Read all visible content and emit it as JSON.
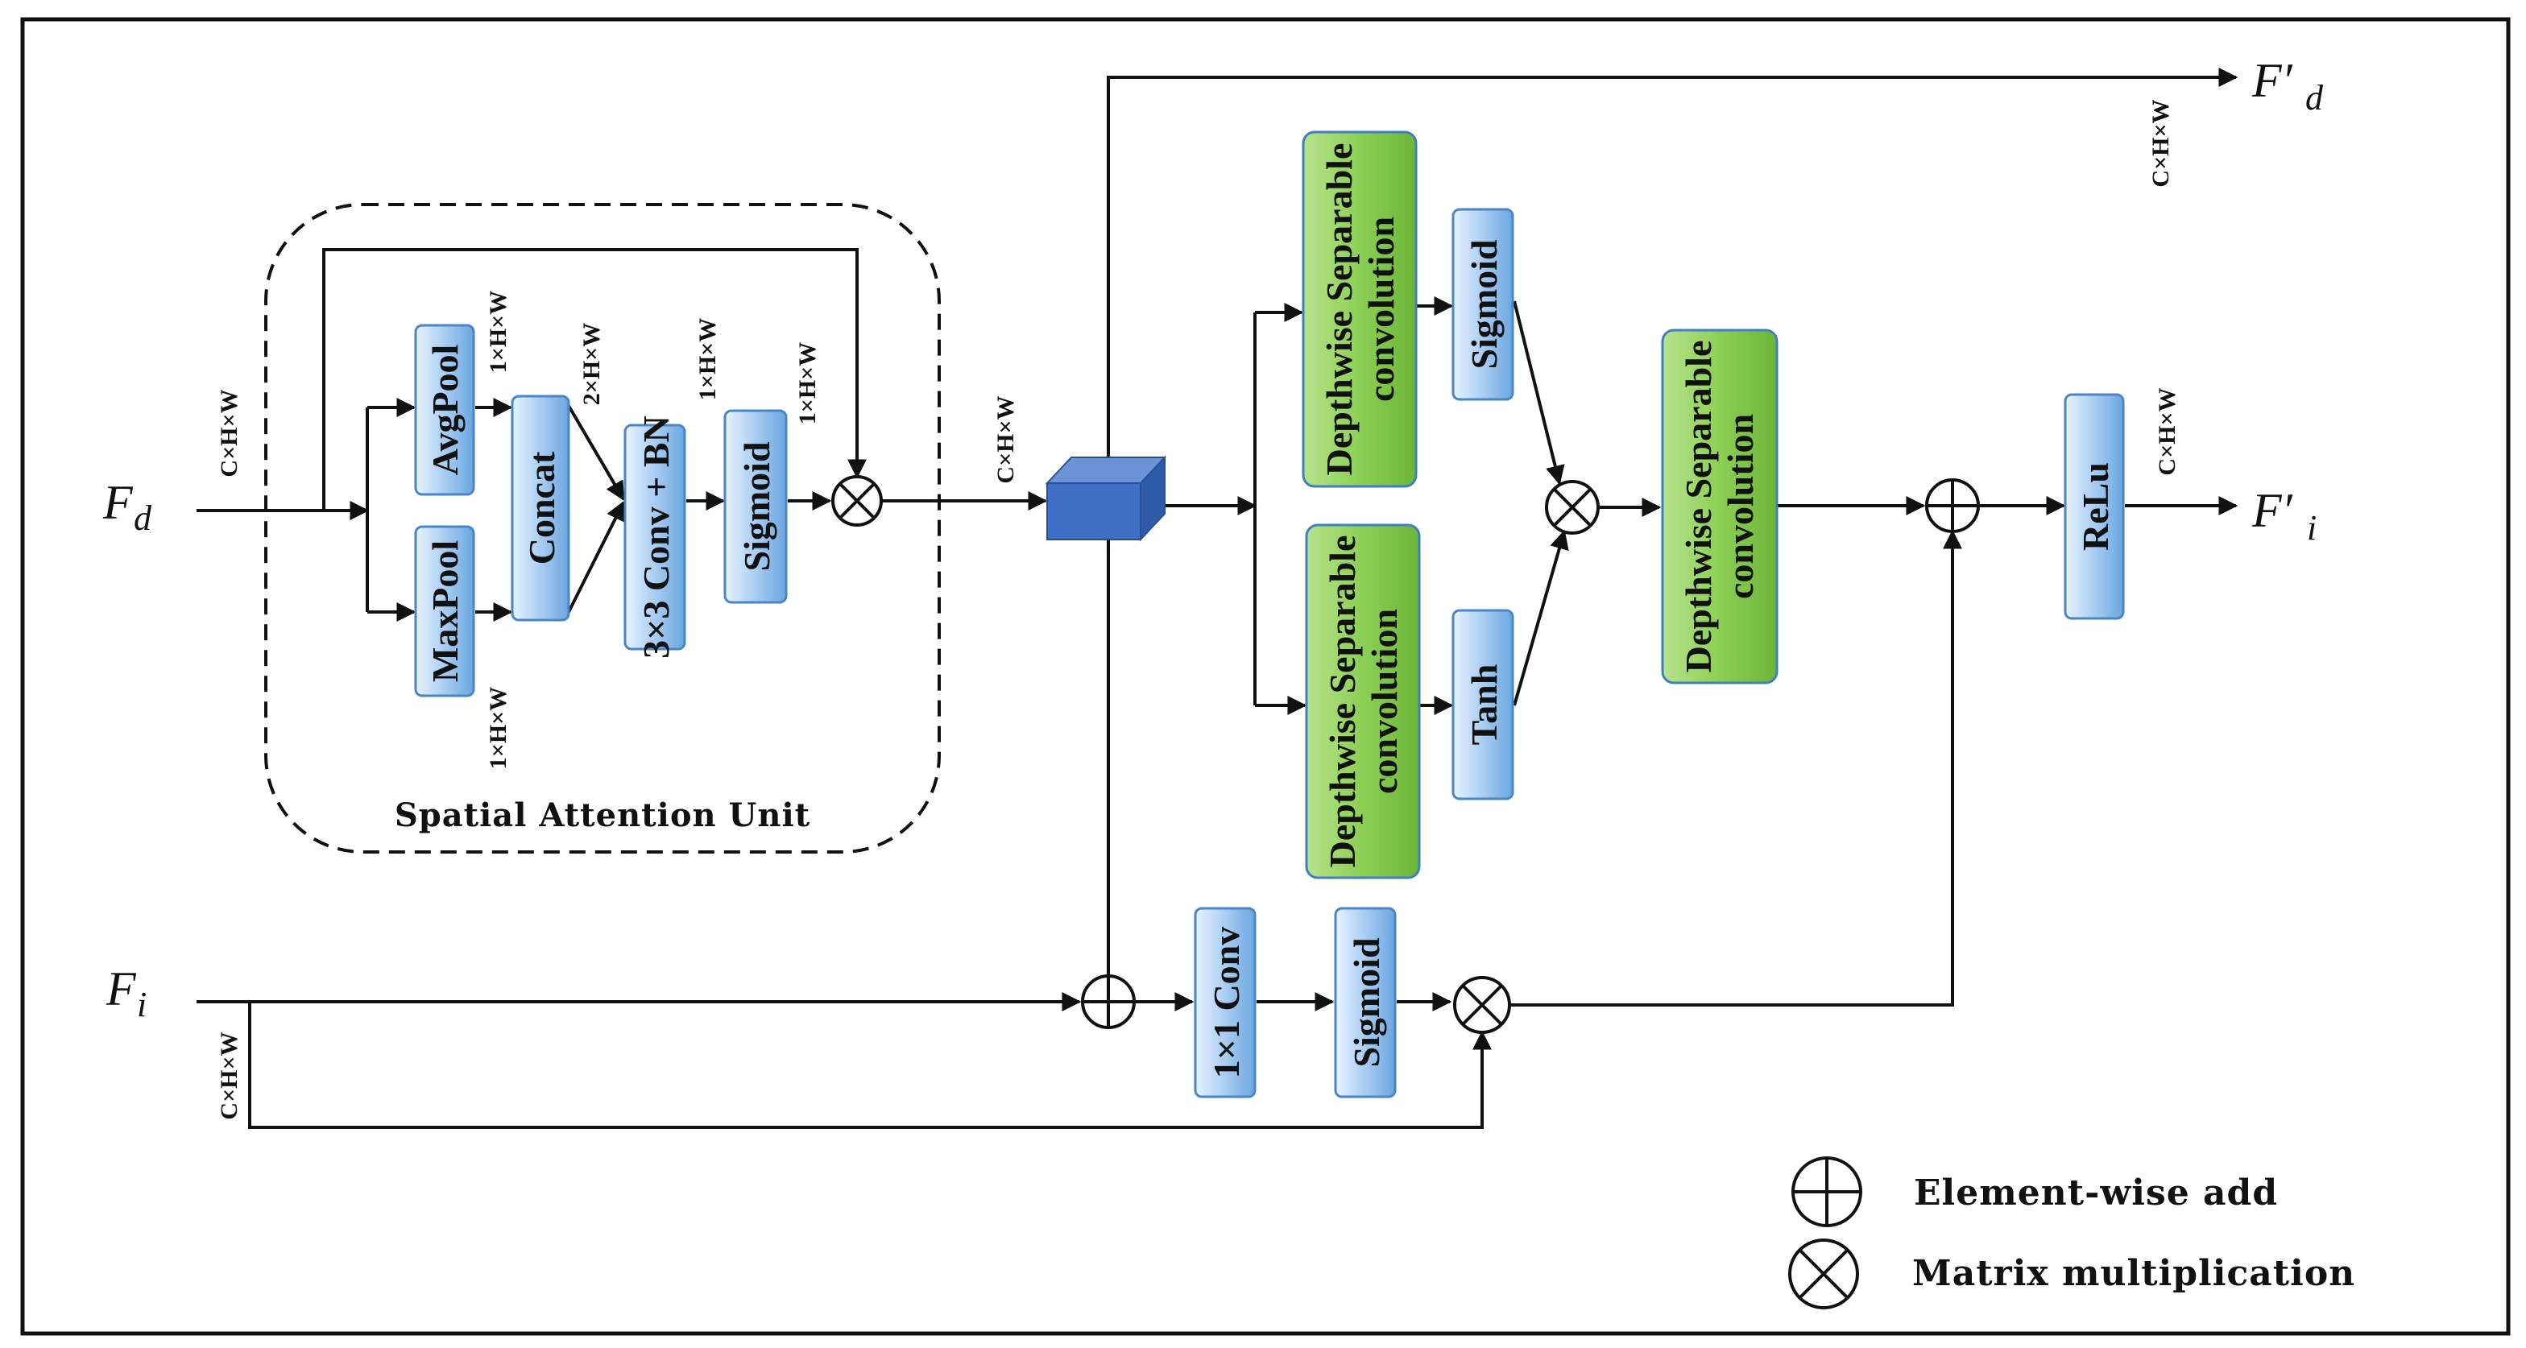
{
  "inputs": {
    "fd_main": "F",
    "fd_sub": "d",
    "fi_main": "F",
    "fi_sub": "i"
  },
  "outputs": {
    "fd_main": "F′",
    "fd_sub": "d",
    "fi_main": "F′",
    "fi_sub": "i"
  },
  "spatial_attention": {
    "title": "Spatial Attention Unit",
    "avgpool": "AvgPool",
    "maxpool": "MaxPool",
    "concat": "Concat",
    "conv_bn": "3×3 Conv + BN",
    "sigmoid": "Sigmoid"
  },
  "branches": {
    "dsc_top_line1": "Depthwise Separable",
    "dsc_top_line2": "convolution",
    "dsc_bottom_line1": "Depthwise Separable",
    "dsc_bottom_line2": "convolution",
    "sigmoid_top": "Sigmoid",
    "tanh": "Tanh",
    "dsc_merge_line1": "Depthwise Separable",
    "dsc_merge_line2": "convolution",
    "relu": "ReLu"
  },
  "fi_path": {
    "conv1x1": "1×1 Conv",
    "sigmoid": "Sigmoid"
  },
  "dims": {
    "fd_in": "C×H×W",
    "avgpool_out": "1×H×W",
    "maxpool_out": "1×H×W",
    "concat_out": "2×H×W",
    "conv_out": "1×H×W",
    "sigmoid_out": "1×H×W",
    "sa_out": "C×H×W",
    "fd_out": "C×H×W",
    "relu_out": "C×H×W",
    "fi_in": "C×H×W"
  },
  "legend": {
    "add": "Element-wise add",
    "mult": "Matrix multiplication"
  },
  "colors": {
    "blue_box": "#a9cdf2",
    "green_box": "#8ccf55",
    "cube": "#3f6fc4"
  }
}
